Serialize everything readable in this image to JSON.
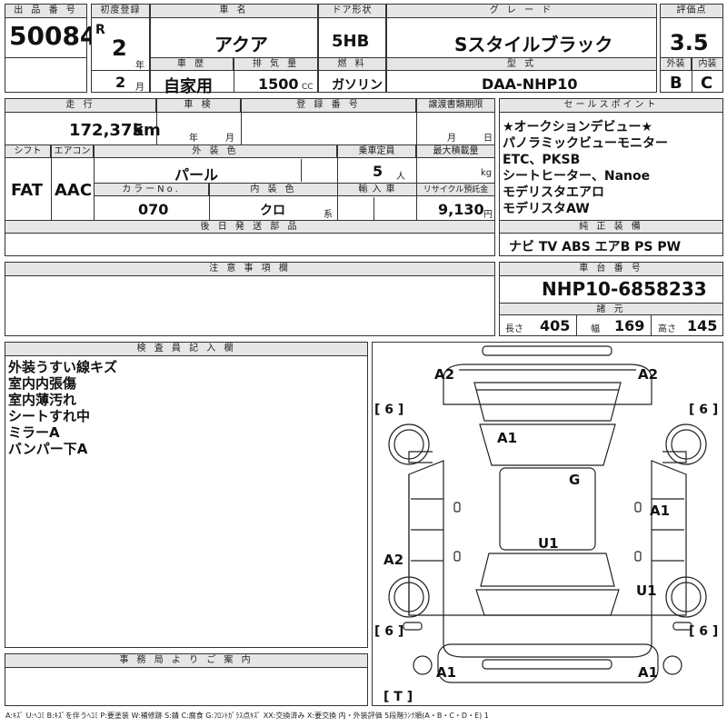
{
  "header": {
    "lot_label": "出 品 番 号",
    "lot_number": "50084",
    "first_reg_label": "初度登録",
    "era": "R",
    "year": "2",
    "year_unit": "年",
    "month": "2",
    "month_unit": "月",
    "name_label": "車 名",
    "car_name": "アクア",
    "door_label": "ドア形状",
    "door": "5HB",
    "grade_label": "グ レ ー ド",
    "grade": "Sスタイルブラック",
    "score_label": "評価点",
    "score": "3.5",
    "history_label": "車 歴",
    "history": "自家用",
    "displacement_label": "排 気 量",
    "displacement": "1500",
    "displacement_unit": "CC",
    "fuel_label": "燃 料",
    "fuel": "ガソリン",
    "model_label": "型 式",
    "model": "DAA-NHP10",
    "exterior_label": "外装",
    "exterior": "B",
    "interior_label": "内装",
    "interior": "C"
  },
  "row2": {
    "mileage_label": "走 行",
    "mileage": "172,375",
    "mileage_unit": "km",
    "inspection_label": "車 検",
    "ins_year_unit": "年",
    "ins_month_unit": "月",
    "plate_label": "登 録 番 号",
    "transfer_label": "譲渡書類期限",
    "transfer_month_unit": "月",
    "transfer_day_unit": "日",
    "shift_label": "シフト",
    "shift": "FAT",
    "ac_label": "エアコン",
    "ac": "AAC",
    "color_label": "外 装 色",
    "color": "パール",
    "capacity_label": "乗車定員",
    "capacity": "5",
    "capacity_unit": "人",
    "maxload_label": "最大積載量",
    "maxload_unit": "kg",
    "colorno_label": "カラーNo.",
    "colorno": "070",
    "intcolor_label": "内 装 色",
    "intcolor": "クロ",
    "intcolor_unit": "系",
    "import_label": "輸 入 車",
    "recycle_label": "リサイクル預託金",
    "recycle": "9,130",
    "recycle_unit": "円",
    "later_label": "後 日 発 送 部 品"
  },
  "sales": {
    "label": "セールスポイント",
    "points": [
      "★オークションデビュー★",
      "パノラミックビューモニター",
      "ETC、PKSB",
      "シートヒーター、Nanoe",
      "モデリスタエアロ",
      "モデリスタAW"
    ]
  },
  "equipment": {
    "label": "純 正 装 備",
    "items": "ナビ TV ABS エアB PS PW"
  },
  "notes": {
    "label": "注 意 事 項 欄"
  },
  "chassis": {
    "label": "車 台 番 号",
    "number": "NHP10-6858233",
    "specs_label": "諸 元",
    "length_label": "長さ",
    "length": "405",
    "width_label": "幅",
    "width": "169",
    "height_label": "高さ",
    "height": "145"
  },
  "inspector": {
    "label": "検 査 員 記 入 欄",
    "lines": [
      "外装うすい線キズ",
      "室内内張傷",
      "室内薄汚れ",
      "シートすれ中",
      "ミラーA",
      "バンパー下A"
    ]
  },
  "office": {
    "label": "事 務 局 よ り ご 案 内"
  },
  "diagram": {
    "marks": {
      "a2_tl": "A2",
      "a2_tr": "A2",
      "a1_roof": "A1",
      "g": "G",
      "a1_right": "A1",
      "u1_center": "U1",
      "a2_left": "A2",
      "u1_right": "U1",
      "a1_bl": "A1",
      "a1_br": "A1"
    },
    "tire_tl": "[ 6 ]",
    "tire_tr": "[ 6 ]",
    "tire_bl": "[ 6 ]",
    "tire_br": "[ 6 ]",
    "spare": "[ T ]"
  },
  "legend": "A:ｷｽﾞ U:ﾍｺﾐ B:ｷｽﾞを伴うﾍｺﾐ P:要塗装 W:補修跡 S:錆 C:腐食 G:ﾌﾛﾝﾄｶﾞﾗｽ点ｷｽﾞ XX:交換済み X:要交換 内・外装評価 5段階ﾗﾝｸ順(A・B・C・D・E) 1"
}
